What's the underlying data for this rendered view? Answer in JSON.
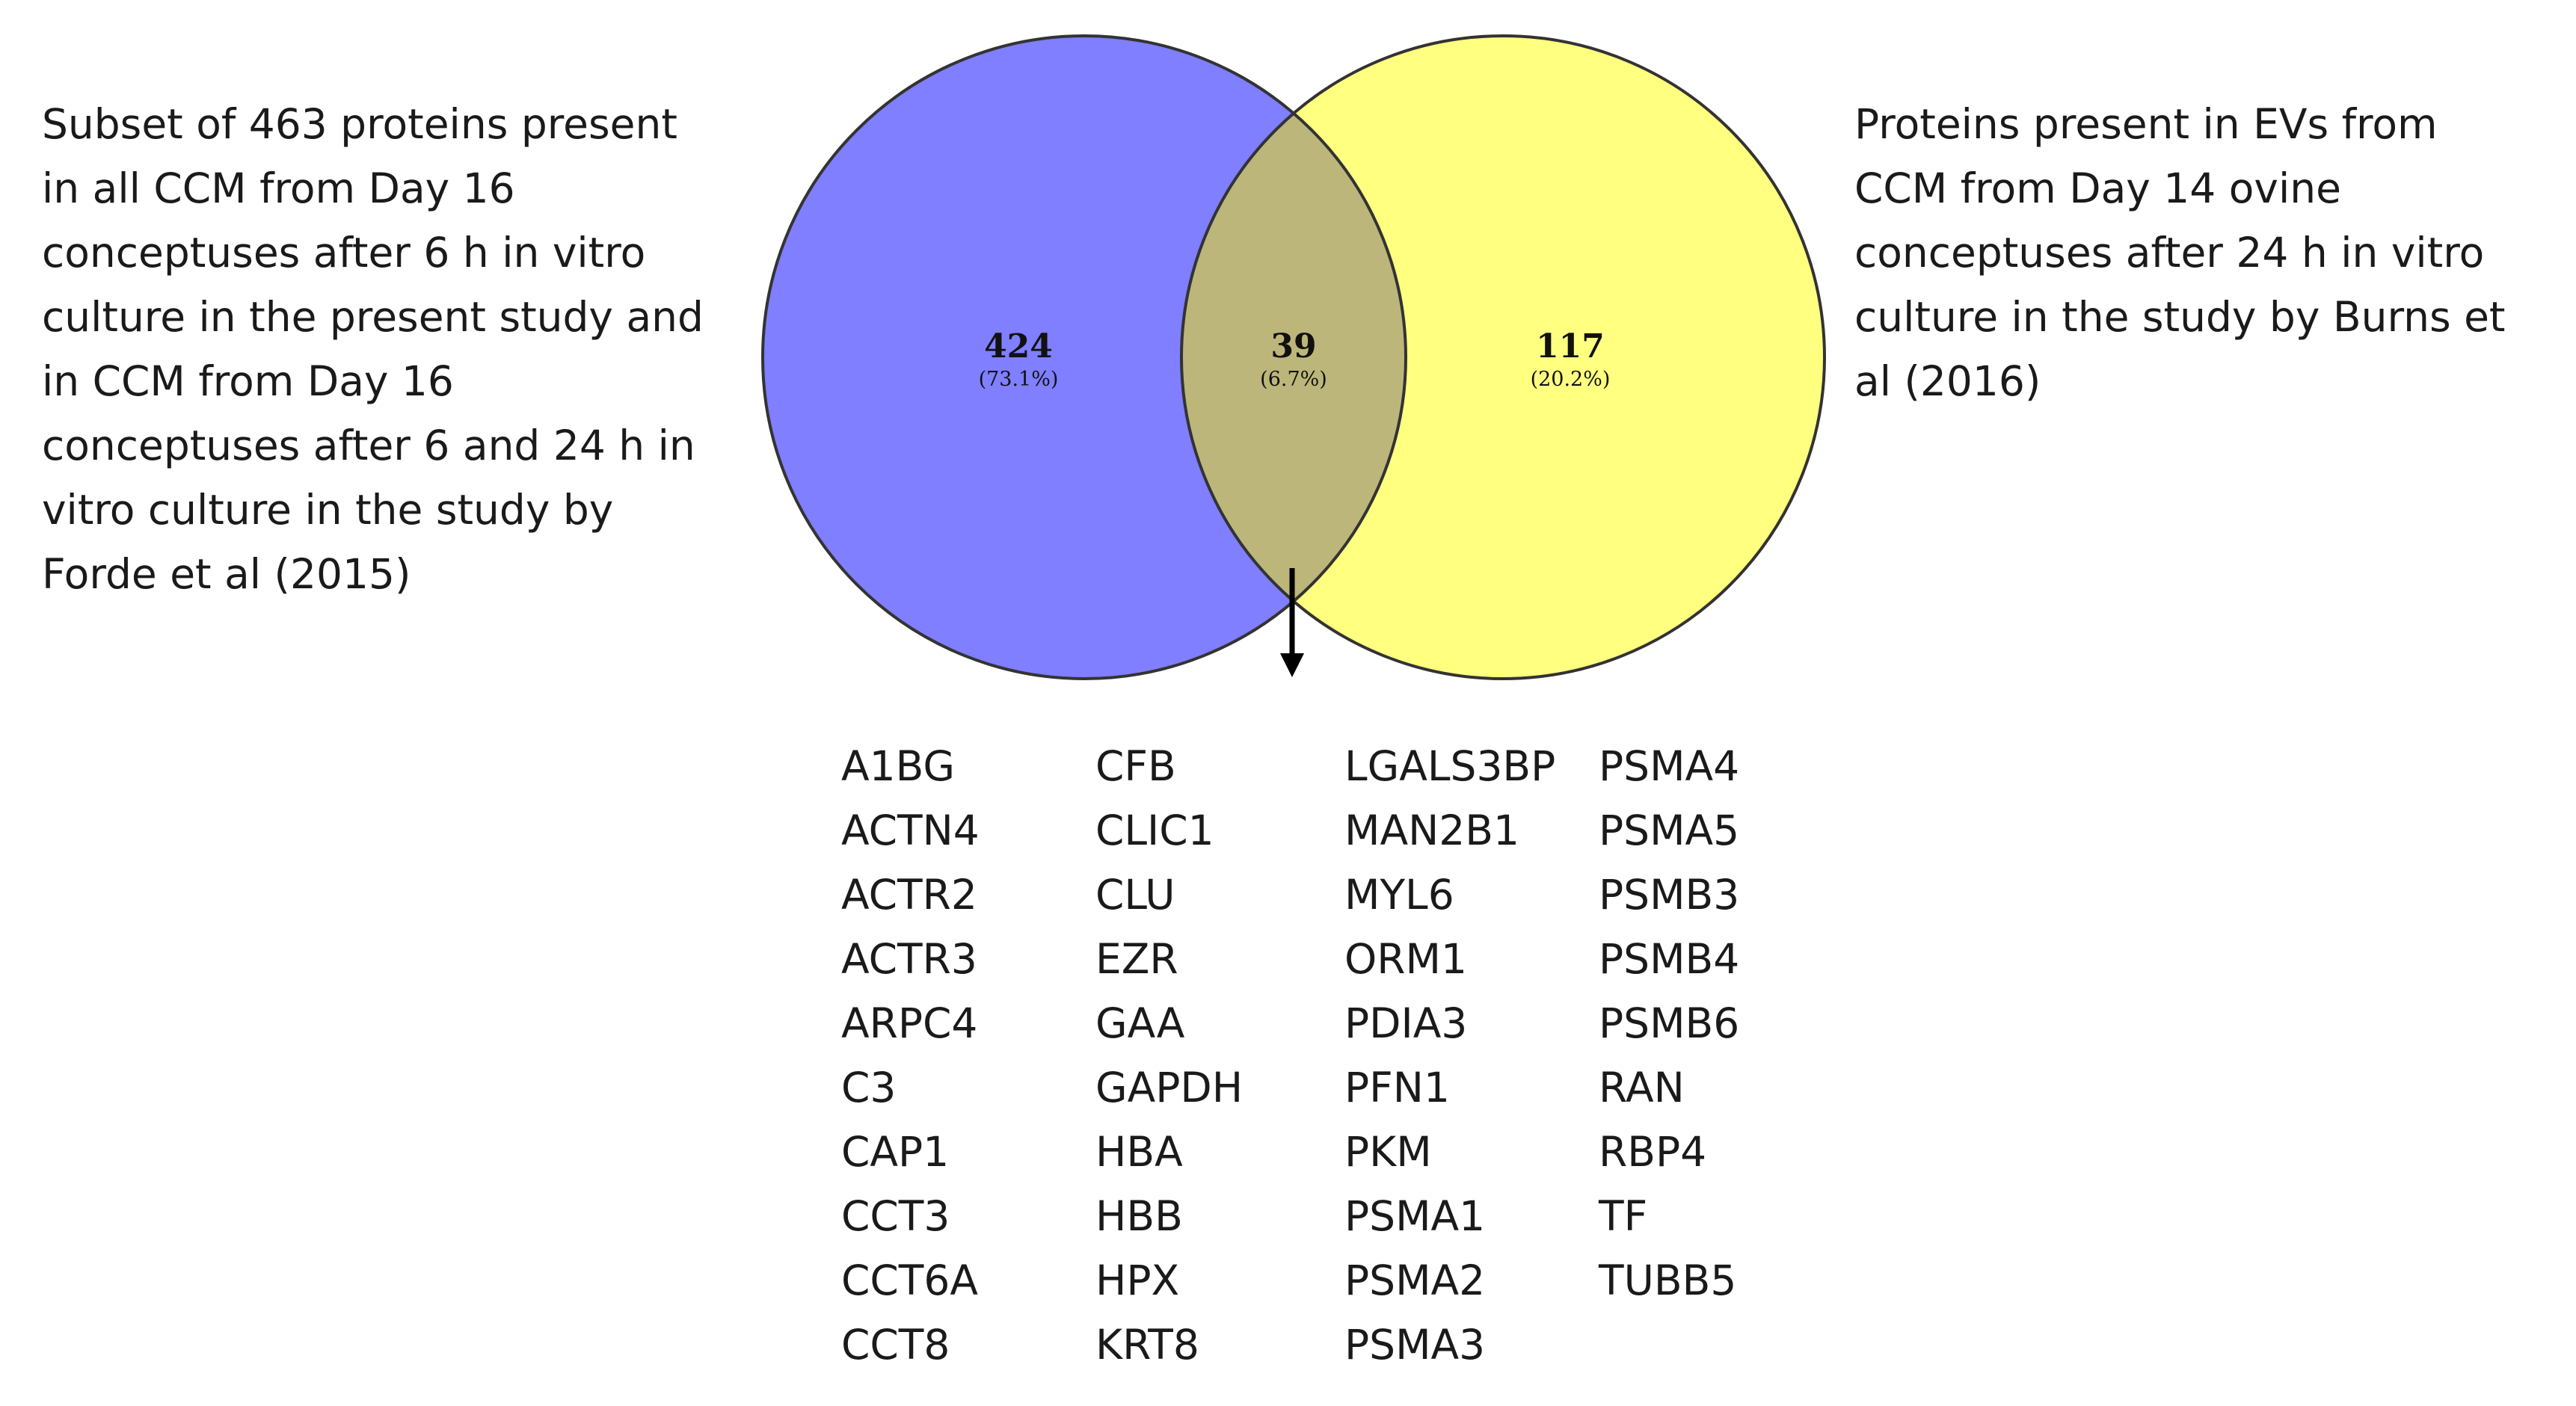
{
  "left_description": [
    "Subset of 463 proteins present",
    "in all CCM from Day 16",
    "conceptuses after 6 h in vitro",
    "culture in the present study and",
    "in CCM from Day 16",
    "conceptuses after 6 and 24 h in",
    "vitro culture in the study by",
    "Forde et al (2015)"
  ],
  "right_description": [
    "Proteins present in EVs from",
    "CCM from Day 14 ovine",
    "conceptuses after 24 h in vitro",
    "culture in the study by Burns et",
    "al (2016)"
  ],
  "venn": {
    "left_only": {
      "count": "424",
      "percent": "(73.1%)",
      "color": "#7f7fff"
    },
    "overlap": {
      "count": "39",
      "percent": "(6.7%)",
      "color": "#bdb67a"
    },
    "right_only": {
      "count": "117",
      "percent": "(20.2%)",
      "color": "#ffff80"
    }
  },
  "shared_proteins": [
    [
      "A1BG",
      "ACTN4",
      "ACTR2",
      "ACTR3",
      "ARPC4",
      "C3",
      "CAP1",
      "CCT3",
      "CCT6A",
      "CCT8"
    ],
    [
      "CFB",
      "CLIC1",
      "CLU",
      "EZR",
      "GAA",
      "GAPDH",
      "HBA",
      "HBB",
      "HPX",
      "KRT8"
    ],
    [
      "LGALS3BP",
      "MAN2B1",
      "MYL6",
      "ORM1",
      "PDIA3",
      "PFN1",
      "PKM",
      "PSMA1",
      "PSMA2",
      "PSMA3"
    ],
    [
      "PSMA4",
      "PSMA5",
      "PSMB3",
      "PSMB4",
      "PSMB6",
      "RAN",
      "RBP4",
      "TF",
      "TUBB5"
    ]
  ]
}
